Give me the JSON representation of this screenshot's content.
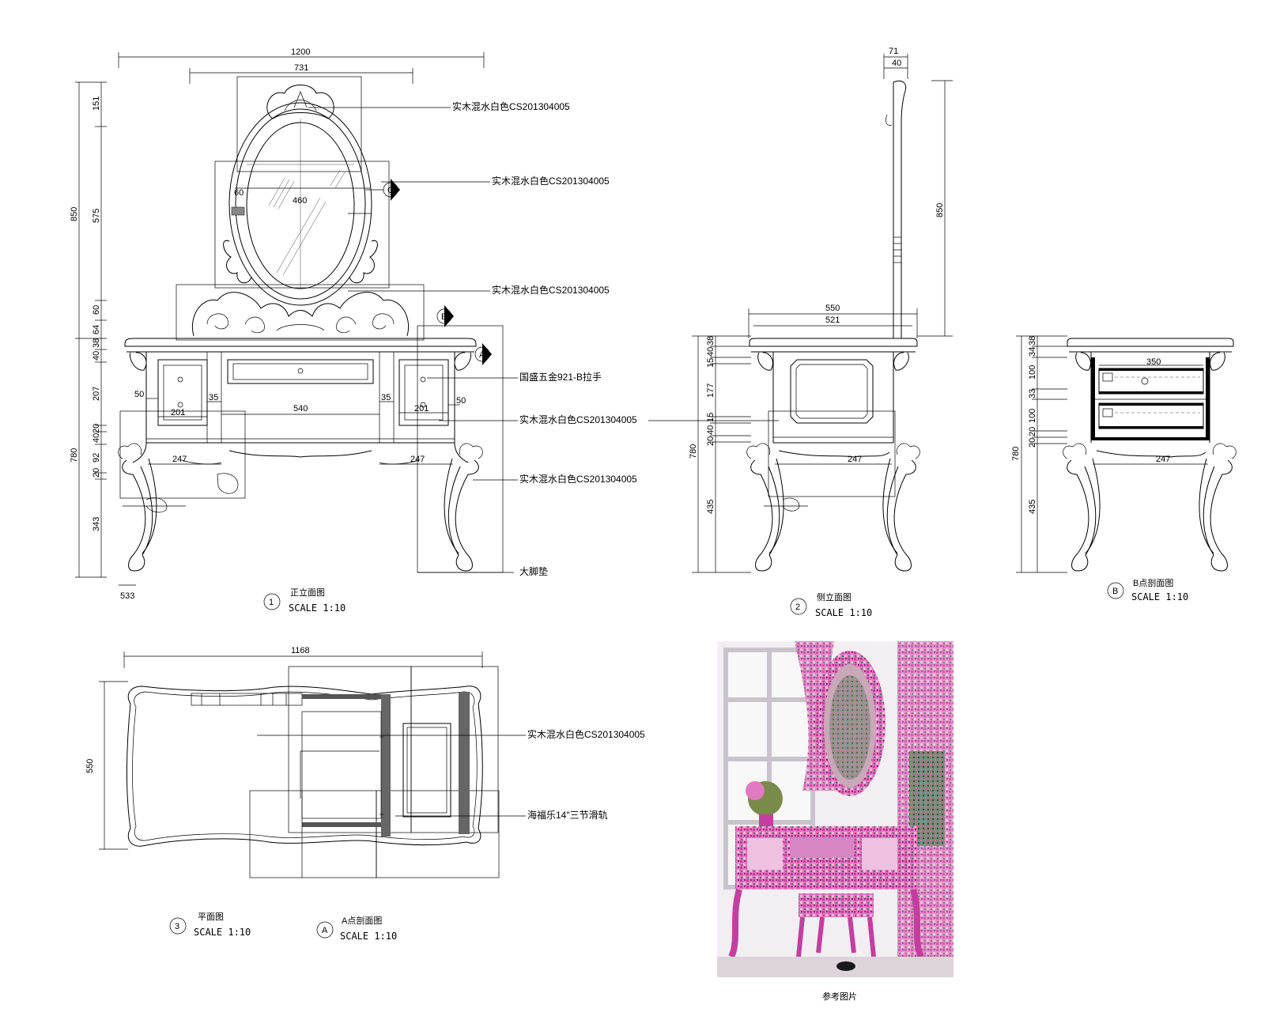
{
  "front": {
    "dims": {
      "w1200": "1200",
      "w731": "731",
      "w460": "460",
      "w60": "60",
      "w540": "540",
      "w201a": "201",
      "w201b": "201",
      "w50a": "50",
      "w50b": "50",
      "w35a": "35",
      "w35b": "35",
      "w247a": "247",
      "w247b": "247"
    },
    "left_dims": [
      "151",
      "575",
      "60",
      "64",
      "38",
      "40",
      "207",
      "20",
      "40",
      "92",
      "20",
      "343"
    ],
    "total_h850": "850",
    "total_h780": "780",
    "small_label": "533",
    "notes": [
      "实木混水白色CS201304005",
      "实木混水白色CS201304005",
      "实木混水白色CS201304005",
      "国盛五金921-B拉手",
      "实木混水白色CS201304005",
      "实木混水白色CS201304005",
      "大脚垫"
    ],
    "markers": {
      "c": "C",
      "b": "B",
      "a": "A"
    },
    "title_num": "1",
    "title": "正立面图",
    "scale": "SCALE 1:10"
  },
  "side": {
    "dims": {
      "w71": "71",
      "w40": "40",
      "h850": "850",
      "w550": "550",
      "w521": "521",
      "w247": "247"
    },
    "left_dims": [
      "38",
      "40",
      "15",
      "177",
      "15",
      "40",
      "20",
      "435"
    ],
    "total_h780": "780",
    "title_num": "2",
    "title": "侧立面图",
    "scale": "SCALE 1:10"
  },
  "section_b": {
    "dims": {
      "w350": "350",
      "w247": "247"
    },
    "left_dims": [
      "38",
      "34",
      "100",
      "33",
      "100",
      "20",
      "20"
    ],
    "lower_dims": [
      "435"
    ],
    "total_h780": "780",
    "title_num": "B",
    "title": "B点剖面图",
    "scale": "SCALE 1:10"
  },
  "plan": {
    "dims": {
      "w1168": "1168",
      "h550": "550"
    },
    "notes": [
      "实木混水白色CS201304005",
      "海福乐14\"三节滑轨"
    ],
    "title_num": "3",
    "title": "平面图",
    "scale": "SCALE 1:10"
  },
  "section_a": {
    "title_num": "A",
    "title": "A点剖面图",
    "scale": "SCALE 1:10"
  },
  "photo": {
    "caption": "参考图片"
  }
}
